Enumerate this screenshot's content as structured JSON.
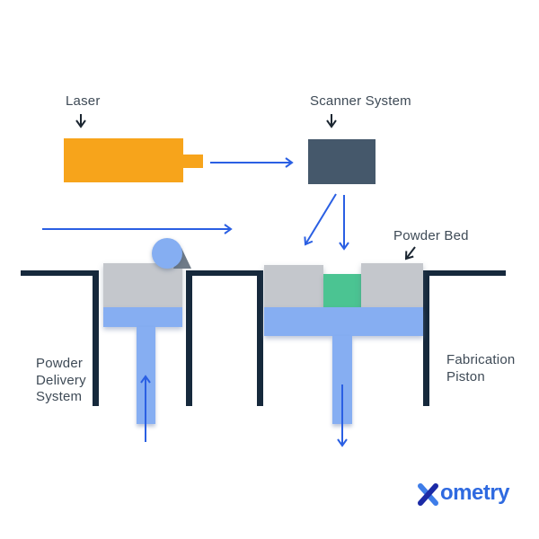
{
  "labels": {
    "laser": "Laser",
    "scanner_system": "Scanner System",
    "powder_bed": "Powder Bed",
    "powder_delivery_lines": [
      "Powder",
      "Delivery",
      "System"
    ],
    "fabrication_piston_lines": [
      "Fabrication",
      "Piston"
    ]
  },
  "footer": {
    "brand": "Xometry",
    "brand_rest": "ometry"
  },
  "colors": {
    "laser_orange": "#F7A41B",
    "scanner_slate": "#45586B",
    "powder_gray": "#C4C7CC",
    "piston_blue": "#86AEF2",
    "part_green": "#4BC492",
    "wall_navy": "#16293C",
    "arrow_blue": "#2A5FE3",
    "label_color": "#3E4A56",
    "label_arrow": "#1B2631",
    "roller_blue": "#85AEF2",
    "roller_wedge": "#6F7B88",
    "brand_dark": "#1B2AA6",
    "brand_light": "#3E7DE9",
    "brand_text": "#2F6AE0"
  }
}
